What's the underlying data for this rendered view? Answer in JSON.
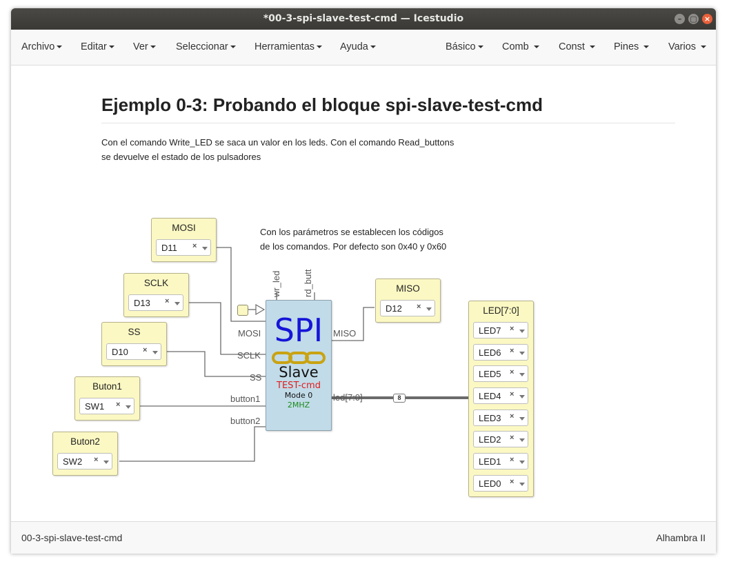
{
  "window": {
    "title": "*00-3-spi-slave-test-cmd — Icestudio"
  },
  "menu": {
    "left": [
      "Archivo",
      "Editar",
      "Ver",
      "Seleccionar",
      "Herramientas",
      "Ayuda"
    ],
    "right": [
      "Básico",
      "Comb",
      "Const",
      "Pines",
      "Varios"
    ]
  },
  "page": {
    "title": "Ejemplo 0-3: Probando el bloque spi-slave-test-cmd",
    "desc_line1": "Con el comando Write_LED se saca un valor en los leds. Con el comando Read_buttons",
    "desc_line2": "se devuelve el estado de los pulsadores",
    "param_note_line1": "Con los parámetros se establecen los códigos",
    "param_note_line2": "de los comandos. Por defecto son 0x40 y 0x60"
  },
  "inputs": [
    {
      "label": "MOSI",
      "pin": "D11"
    },
    {
      "label": "SCLK",
      "pin": "D13"
    },
    {
      "label": "SS",
      "pin": "D10"
    },
    {
      "label": "Buton1",
      "pin": "SW1"
    },
    {
      "label": "Buton2",
      "pin": "SW2"
    }
  ],
  "output_miso": {
    "label": "MISO",
    "pin": "D12"
  },
  "led_output": {
    "label": "LED[7:0]",
    "pins": [
      "LED7",
      "LED6",
      "LED5",
      "LED4",
      "LED3",
      "LED2",
      "LED1",
      "LED0"
    ]
  },
  "spi_block": {
    "title": "SPI",
    "subtitle": "Slave",
    "variant": "TEST-cmd",
    "mode": "Mode 0",
    "freq": "2MHZ",
    "left_ports": [
      "MOSI",
      "SCLK",
      "SS",
      "button1",
      "button2"
    ],
    "right_ports": [
      "MISO",
      "led[7:0]"
    ],
    "top_params": [
      "wr_led",
      "rd_butt"
    ],
    "bus_width": "8"
  },
  "colors": {
    "spi_title": "#1515d8",
    "variant": "#e01b1b",
    "freq": "#1a8a1a",
    "block": "#c1dbe8",
    "pin_block": "#fbf8c3"
  },
  "status": {
    "left": "00-3-spi-slave-test-cmd",
    "right": "Alhambra II"
  }
}
